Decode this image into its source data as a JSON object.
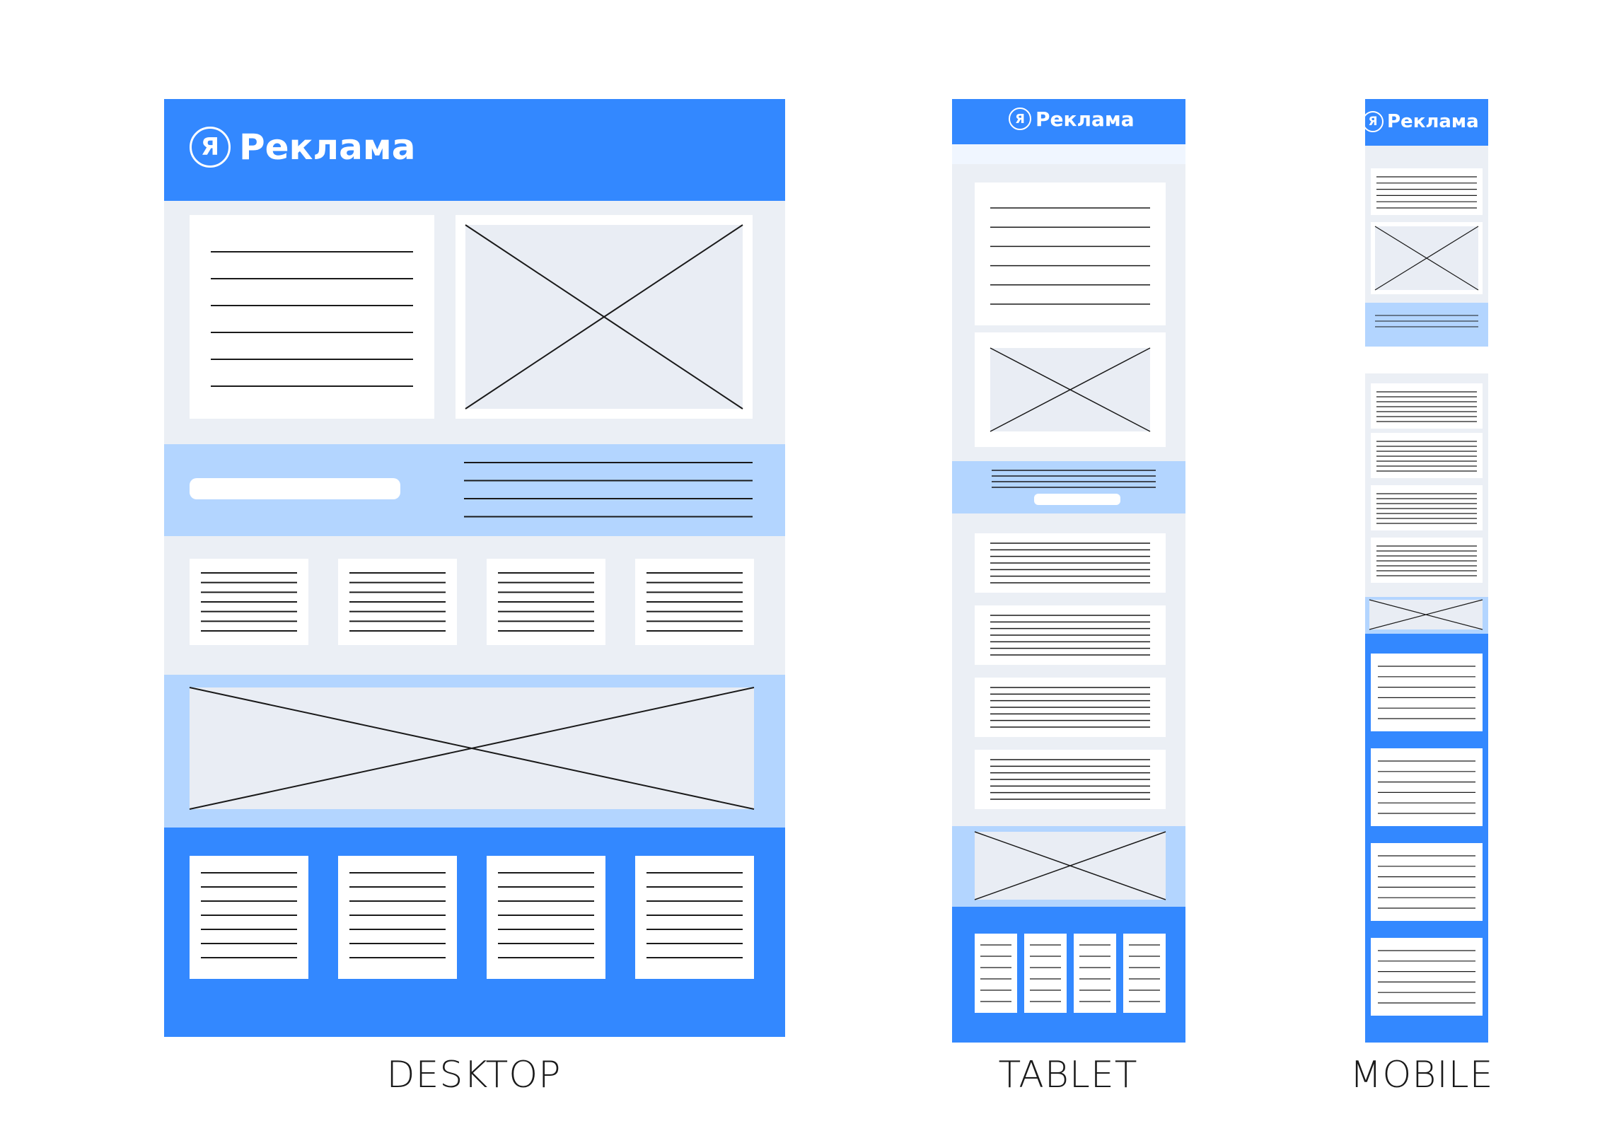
{
  "brand": {
    "logo_text": "Реклама",
    "logo_letter": "Я"
  },
  "colors": {
    "primary": "#3388ff",
    "light_blue": "#b3d5ff",
    "pale_gray": "#ebeff5",
    "card": "#ffffff",
    "placeholder": "#e9edf4",
    "line": "#1a1a1a"
  },
  "captions": {
    "desktop": "DESKTOP",
    "tablet": "TABLET",
    "mobile": "MOBILE"
  }
}
